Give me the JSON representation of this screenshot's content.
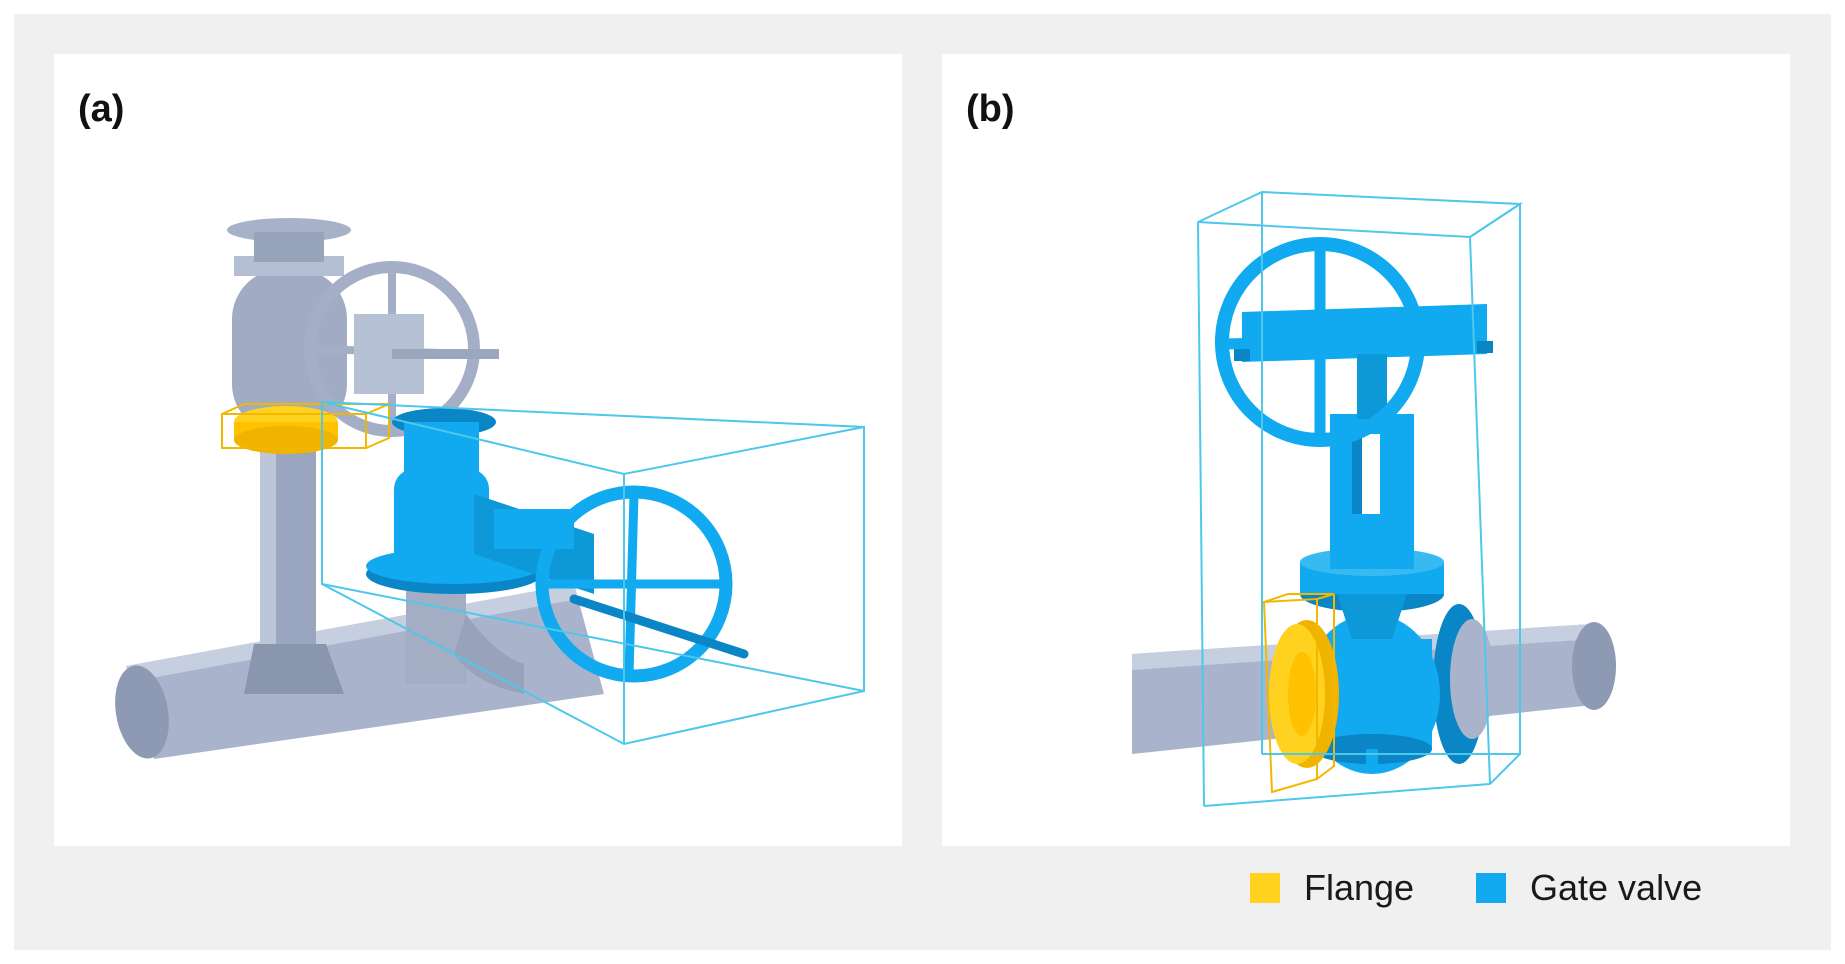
{
  "panels": [
    {
      "label": "(a)"
    },
    {
      "label": "(b)"
    }
  ],
  "legend": [
    {
      "label": "Flange",
      "color": "#ffd21f"
    },
    {
      "label": "Gate valve",
      "color": "#11aaf0"
    }
  ],
  "colors": {
    "pipe": "#a9b4cc",
    "pipe_dark": "#8894ad",
    "flange": "#ffd21f",
    "valve": "#11aaf0",
    "valve_dark": "#0a85c6",
    "bbox_valve": "#4ec7ea",
    "bbox_flange": "#f2b800"
  }
}
